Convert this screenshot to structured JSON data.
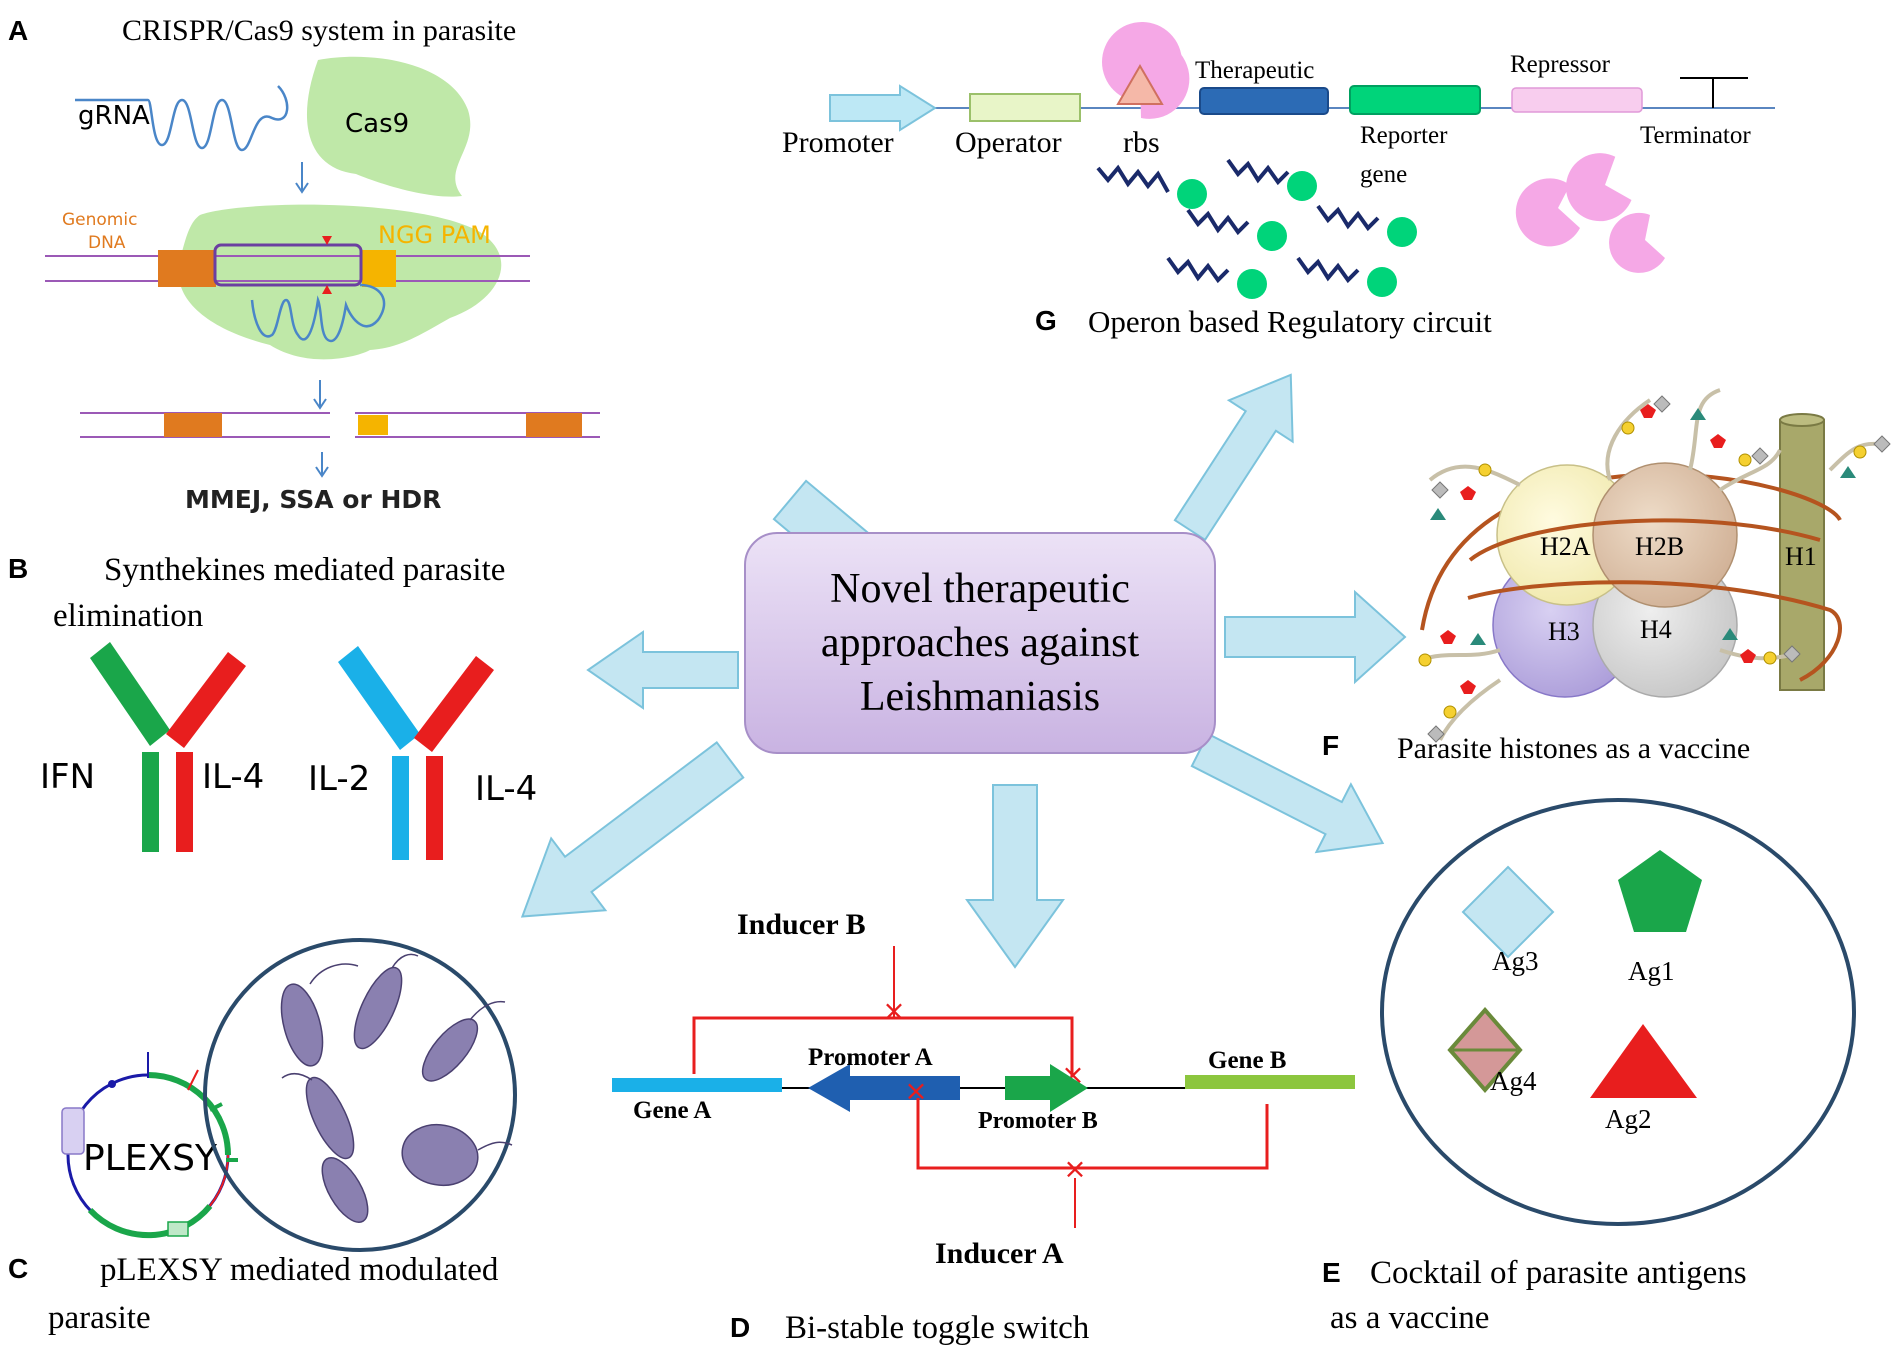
{
  "colors": {
    "arrow_fill": "#c4e6f2",
    "arrow_stroke": "#7cc3dc",
    "center_box": "#d8c6ea",
    "cas9_green": "#bfe8a8",
    "dna_line": "#9b59b6",
    "orange_block": "#e07a1f",
    "yellow_block": "#f5b400",
    "rna_blue": "#4a86c8",
    "red": "#e81e1e",
    "green": "#1aa64a",
    "cyan": "#1ab0e8",
    "pink": "#f5a8e6",
    "reporter_green": "#00d47a",
    "therapeutic_blue": "#2c6bb5",
    "h1_olive": "#a8a86a",
    "dna_brown": "#b5541f",
    "operator_green": "#e8f5c8",
    "promoter_cyan": "#bde8f5"
  },
  "center": {
    "line1": "Novel therapeutic",
    "line2": "approaches against",
    "line3": "Leishmaniasis"
  },
  "panel_a": {
    "letter": "A",
    "title": "CRISPR/Cas9 system in parasite",
    "grna": "gRNA",
    "cas9": "Cas9",
    "genomic_line1": "Genomic",
    "genomic_line2": "DNA",
    "pam": "NGG PAM",
    "repair": "MMEJ, SSA or HDR"
  },
  "panel_b": {
    "letter": "B",
    "title_line1": "Synthekines  mediated  parasite",
    "title_line2": "elimination",
    "label_ifn": "IFN",
    "label_il4_a": "IL-4",
    "label_il2": "IL-2",
    "label_il4_b": "IL-4"
  },
  "panel_c": {
    "letter": "C",
    "title_line1": "pLEXSY  mediated  modulated",
    "title_line2": "parasite",
    "plasmid": "PLEXSY"
  },
  "panel_d": {
    "letter": "D",
    "title": "Bi-stable toggle switch",
    "inducer_b": "Inducer B",
    "inducer_a": "Inducer A",
    "promoter_a": "Promoter A",
    "promoter_b": "Promoter B",
    "gene_a": "Gene A",
    "gene_b": "Gene B"
  },
  "panel_e": {
    "letter": "E",
    "title_line1": "Cocktail of parasite antigens",
    "title_line2": "as a vaccine",
    "ag1": "Ag1",
    "ag2": "Ag2",
    "ag3": "Ag3",
    "ag4": "Ag4"
  },
  "panel_f": {
    "letter": "F",
    "title": "Parasite histones as a vaccine",
    "h2a": "H2A",
    "h2b": "H2B",
    "h3": "H3",
    "h4": "H4",
    "h1": "H1"
  },
  "panel_g": {
    "letter": "G",
    "title": "Operon based Regulatory circuit",
    "promoter": "Promoter",
    "operator": "Operator",
    "rbs": "rbs",
    "therapeutic": "Therapeutic",
    "reporter_line1": "Reporter",
    "reporter_line2": "gene",
    "repressor": "Repressor",
    "terminator": "Terminator"
  }
}
